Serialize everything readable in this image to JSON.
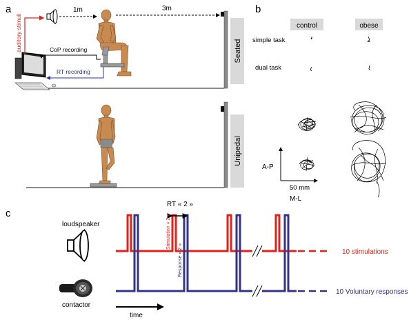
{
  "panel_labels": {
    "a": "a",
    "b": "b",
    "c": "c"
  },
  "panel_a": {
    "distance_speaker": "1m",
    "distance_wall": "3m",
    "auditory_stimuli": "auditory stimuli",
    "cop_recording": "CoP recording",
    "rt_recording": "RT recording",
    "condition_seated": "Seated",
    "condition_unipedal": "Unipedal"
  },
  "panel_b": {
    "col_control": "control",
    "col_obese": "obese",
    "row_simple": "simple task",
    "row_dual": "dual task",
    "axis_ap": "A-P",
    "axis_ml": "M-L",
    "scale": "50 mm"
  },
  "panel_c": {
    "loudspeaker": "loudspeaker",
    "contactor": "contactor",
    "rt_label": "RT « 2 »",
    "stim_label": "Stimulation « 2 »",
    "resp_label": "Response « 2 »",
    "stimulations": "10 stimulations",
    "responses": "10 Voluntary responses",
    "time": "time"
  },
  "colors": {
    "stimulus_red": "#e32118",
    "response_blue": "#34338a",
    "label_gray_box": "#d9d9d9",
    "wall_gray": "#8a8a8a",
    "skin": "#c98a52"
  },
  "icons": [
    "loudspeaker-icon",
    "computer-icon",
    "contactor-icon",
    "force-platform-icon"
  ]
}
